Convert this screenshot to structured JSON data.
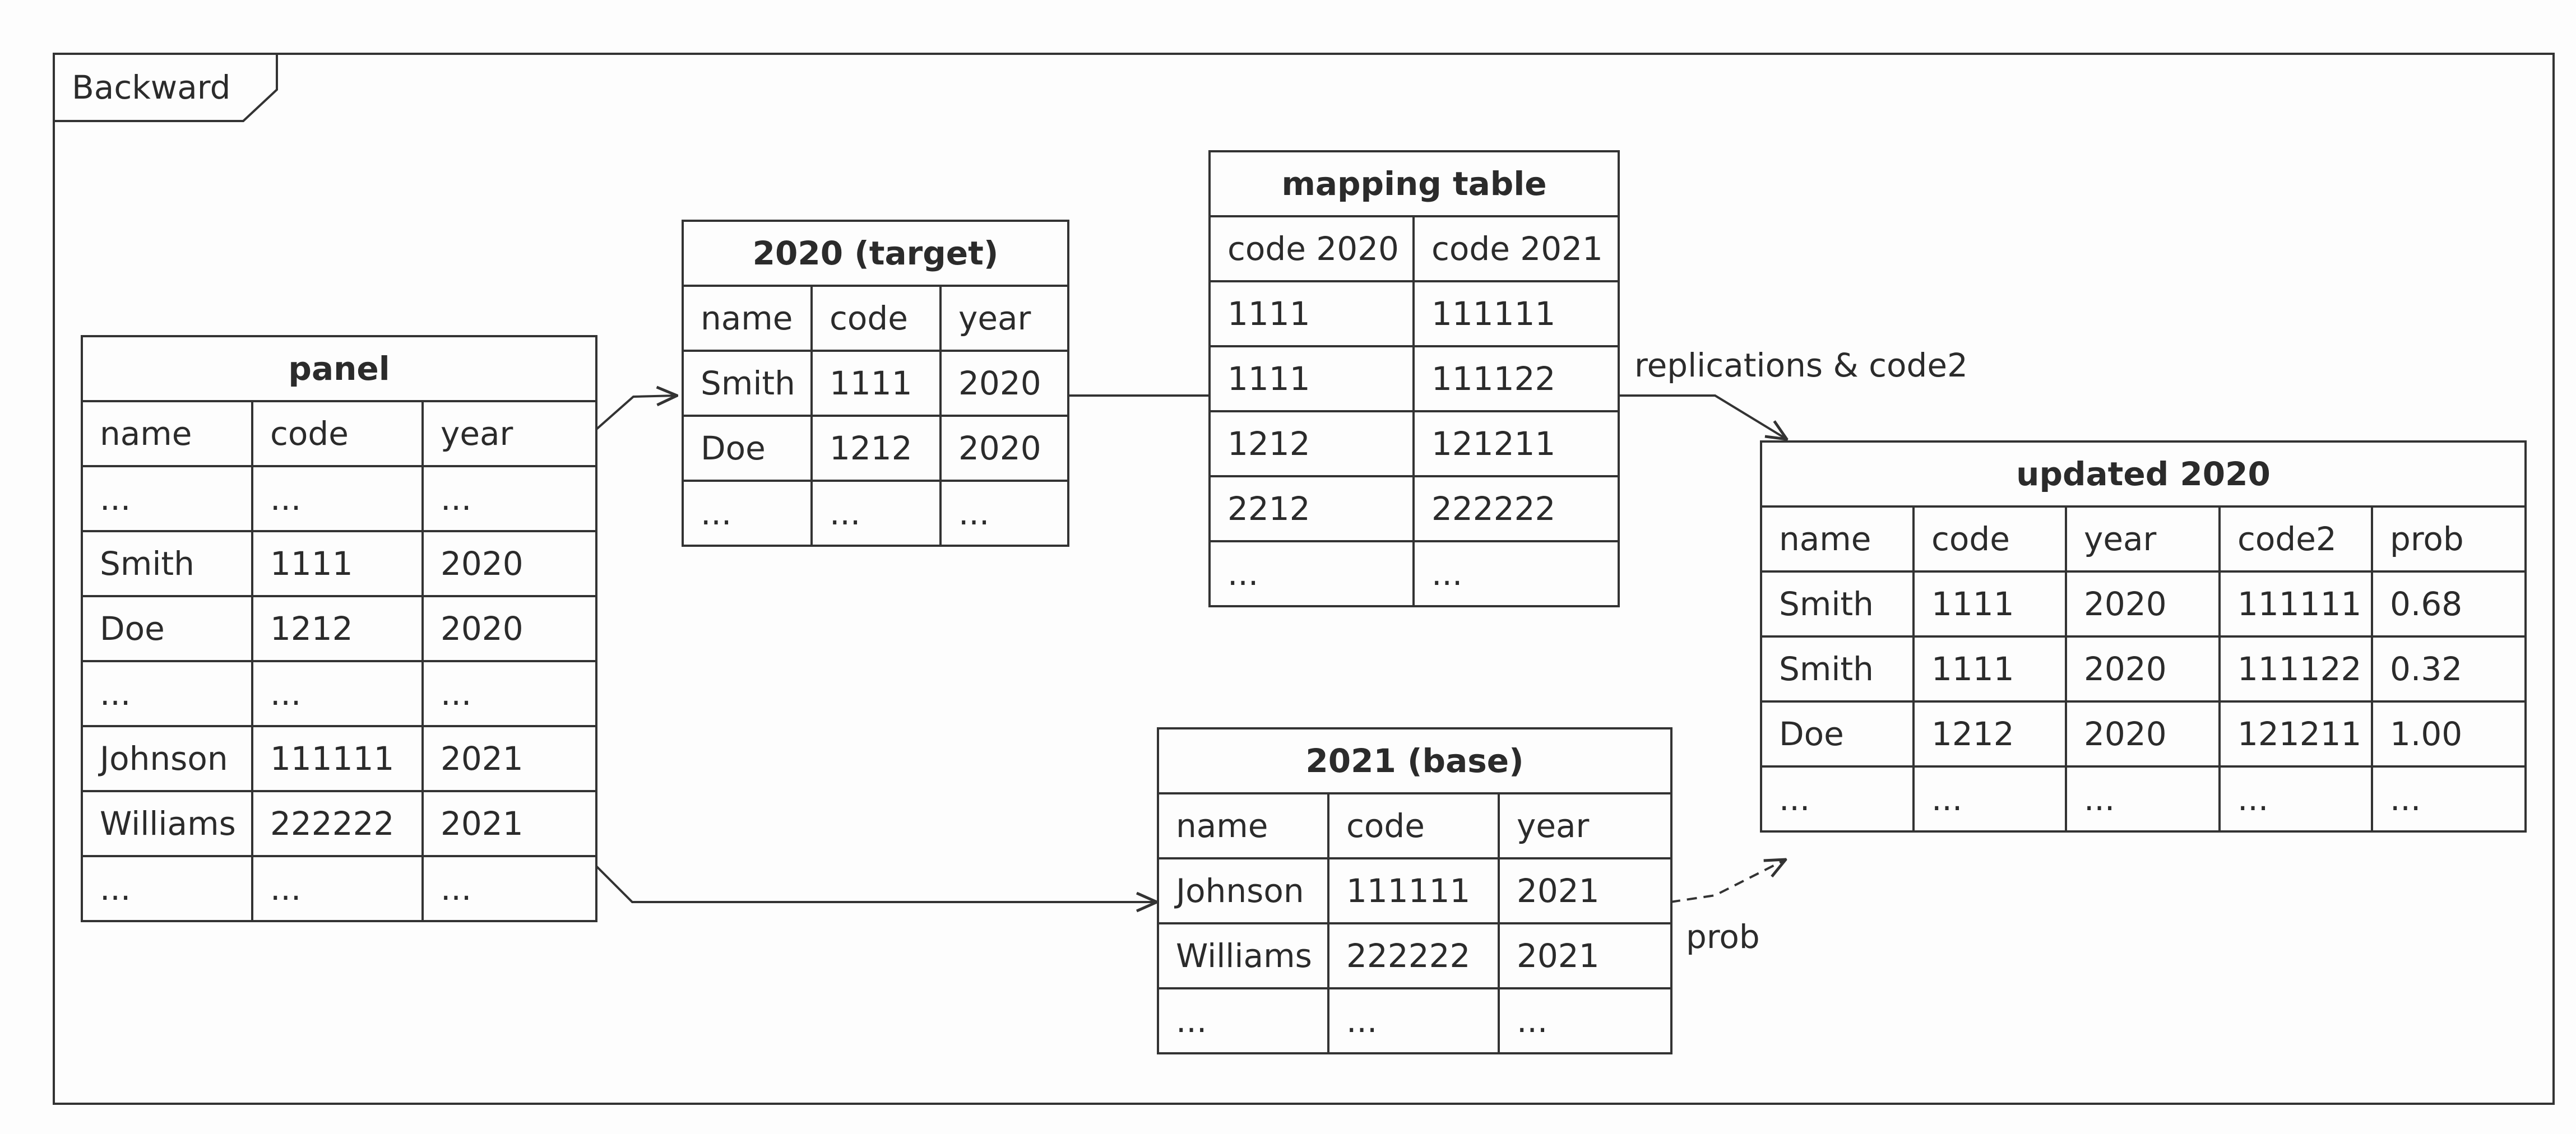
{
  "frame": {
    "label": "Backward"
  },
  "panel": {
    "title": "panel",
    "columns": [
      "name",
      "code",
      "year"
    ],
    "rows": [
      [
        "...",
        "...",
        "..."
      ],
      [
        "Smith",
        "1111",
        "2020"
      ],
      [
        "Doe",
        "1212",
        "2020"
      ],
      [
        "...",
        "...",
        "..."
      ],
      [
        "Johnson",
        "111111",
        "2021"
      ],
      [
        "Williams",
        "222222",
        "2021"
      ],
      [
        "...",
        "...",
        "..."
      ]
    ]
  },
  "target_2020": {
    "title": "2020 (target)",
    "columns": [
      "name",
      "code",
      "year"
    ],
    "rows": [
      [
        "Smith",
        "1111",
        "2020"
      ],
      [
        "Doe",
        "1212",
        "2020"
      ],
      [
        "...",
        "...",
        "..."
      ]
    ]
  },
  "mapping_table": {
    "title": "mapping table",
    "columns": [
      "code 2020",
      "code 2021"
    ],
    "rows": [
      [
        "1111",
        "111111"
      ],
      [
        "1111",
        "111122"
      ],
      [
        "1212",
        "121211"
      ],
      [
        "2212",
        "222222"
      ],
      [
        "...",
        "..."
      ]
    ]
  },
  "base_2021": {
    "title": "2021 (base)",
    "columns": [
      "name",
      "code",
      "year"
    ],
    "rows": [
      [
        "Johnson",
        "111111",
        "2021"
      ],
      [
        "Williams",
        "222222",
        "2021"
      ],
      [
        "...",
        "...",
        "..."
      ]
    ]
  },
  "updated_2020": {
    "title": "updated 2020",
    "columns": [
      "name",
      "code",
      "year",
      "code2",
      "prob"
    ],
    "rows": [
      [
        "Smith",
        "1111",
        "2020",
        "111111",
        "0.68"
      ],
      [
        "Smith",
        "1111",
        "2020",
        "111122",
        "0.32"
      ],
      [
        "Doe",
        "1212",
        "2020",
        "121211",
        "1.00"
      ],
      [
        "...",
        "...",
        "...",
        "...",
        "..."
      ]
    ]
  },
  "edges": {
    "replications_label": "replications & code2",
    "prob_label": "prob"
  }
}
